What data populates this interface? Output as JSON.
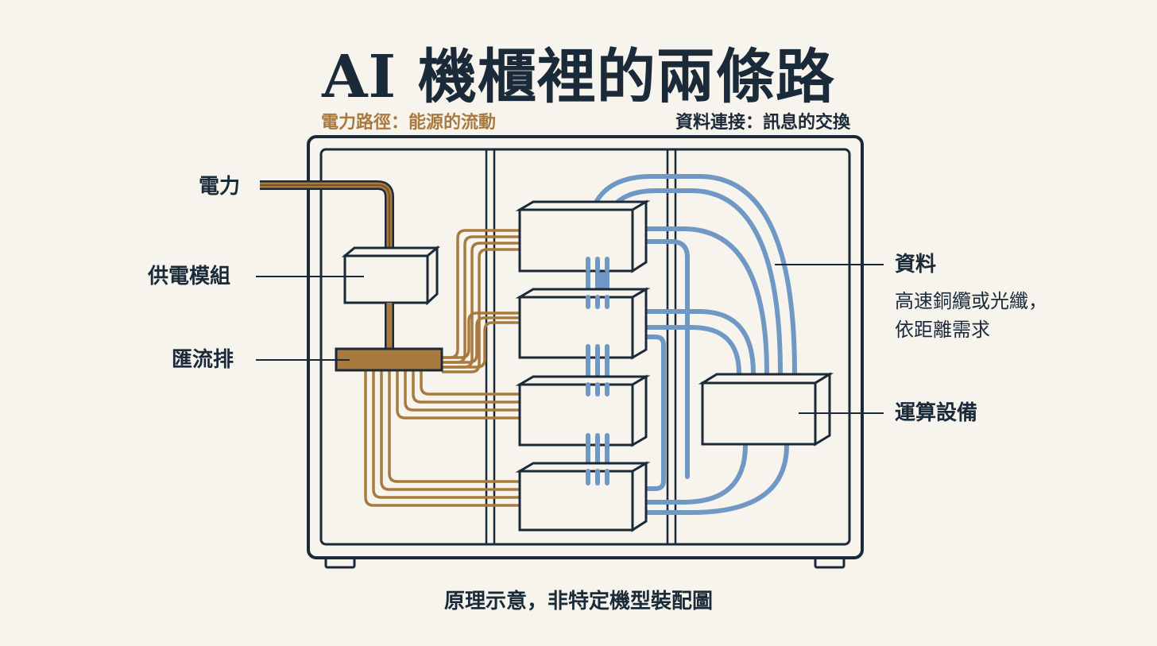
{
  "title": "AI 機櫃裡的兩條路",
  "subtitles": {
    "power": "電力路徑：能源的流動",
    "data": "資料連接：訊息的交換"
  },
  "labels": {
    "power_input": "電力",
    "power_module": "供電模組",
    "busbar": "匯流排",
    "data": "資料",
    "data_desc_line1": "高速銅纜或光纖，",
    "data_desc_line2": "依距離需求",
    "compute": "運算設備"
  },
  "footer": "原理示意，非特定機型裝配圖",
  "colors": {
    "background": "#f7f3ed",
    "ink": "#1b2a38",
    "power": "#a87a3e",
    "power_dark": "#7a5228",
    "data": "#7098c4"
  }
}
